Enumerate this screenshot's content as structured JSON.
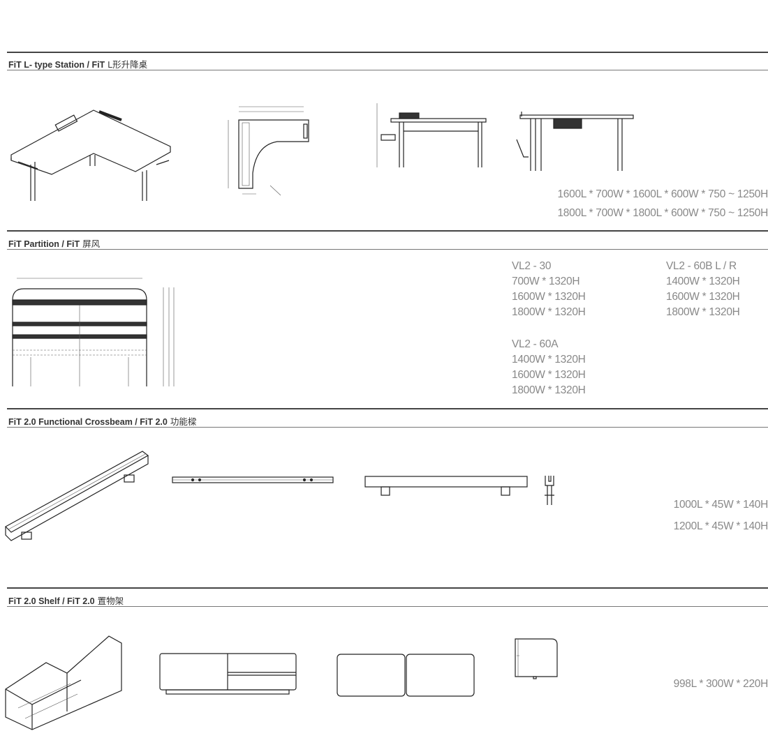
{
  "sections": [
    {
      "title_en": "FiT L- type Station  /  FiT",
      "title_cn": "L形升降桌",
      "specs": [
        "1600L * 700W * 1600L * 600W * 750 ~ 1250H",
        "1800L * 700W * 1800L * 600W * 750 ~ 1250H"
      ]
    },
    {
      "title_en": "FiT Partition  /  FiT",
      "title_cn": "屏风",
      "groups": [
        {
          "model": "VL2 - 30",
          "sizes": [
            "700W * 1320H",
            "1600W * 1320H",
            "1800W * 1320H"
          ]
        },
        {
          "model": "VL2 - 60B L / R",
          "sizes": [
            "1400W * 1320H",
            "1600W * 1320H",
            "1800W * 1320H"
          ]
        },
        {
          "model": "VL2 - 60A",
          "sizes": [
            "1400W * 1320H",
            "1600W * 1320H",
            "1800W * 1320H"
          ]
        }
      ]
    },
    {
      "title_en": "FiT 2.0 Functional Crossbeam / FiT 2.0",
      "title_cn": "功能樑",
      "specs": [
        "1000L * 45W * 140H",
        "1200L * 45W * 140H"
      ]
    },
    {
      "title_en": "FiT 2.0 Shelf  /  FiT 2.0",
      "title_cn": "置物架",
      "specs": [
        "998L * 300W * 220H"
      ]
    }
  ]
}
